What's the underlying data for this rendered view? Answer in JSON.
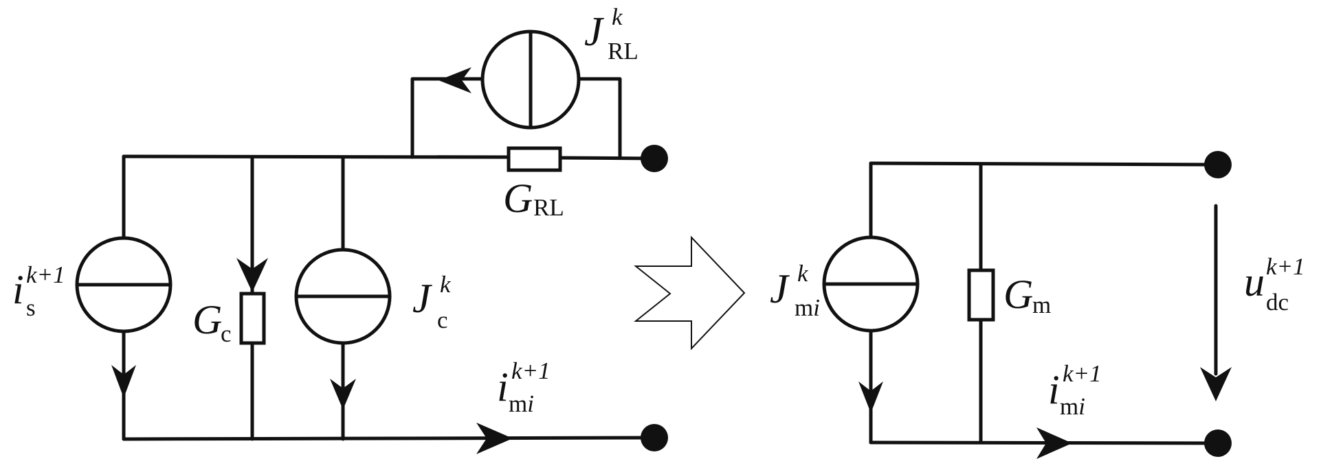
{
  "colors": {
    "ink": "#111111",
    "background": "#ffffff"
  },
  "left_circuit": {
    "j_rl": {
      "symbol": "J",
      "sub": "RL",
      "sup": "k"
    },
    "g_rl": {
      "symbol": "G",
      "sub": "RL"
    },
    "i_s": {
      "symbol": "i",
      "sub": "s",
      "sup": "k+1"
    },
    "g_c": {
      "symbol": "G",
      "sub": "c"
    },
    "j_c": {
      "symbol": "J",
      "sub": "c",
      "sup": "k"
    },
    "i_mi": {
      "symbol": "i",
      "sub_roman": "m",
      "sub_italic": "i",
      "sup": "k+1"
    }
  },
  "right_circuit": {
    "j_mi": {
      "symbol": "J",
      "sub_roman": "m",
      "sub_italic": "i",
      "sup": "k"
    },
    "g_m": {
      "symbol": "G",
      "sub": "m"
    },
    "u_dc": {
      "symbol": "u",
      "sub": "dc",
      "sup": "k+1"
    },
    "i_mi": {
      "symbol": "i",
      "sub_roman": "m",
      "sub_italic": "i",
      "sup": "k+1"
    }
  }
}
